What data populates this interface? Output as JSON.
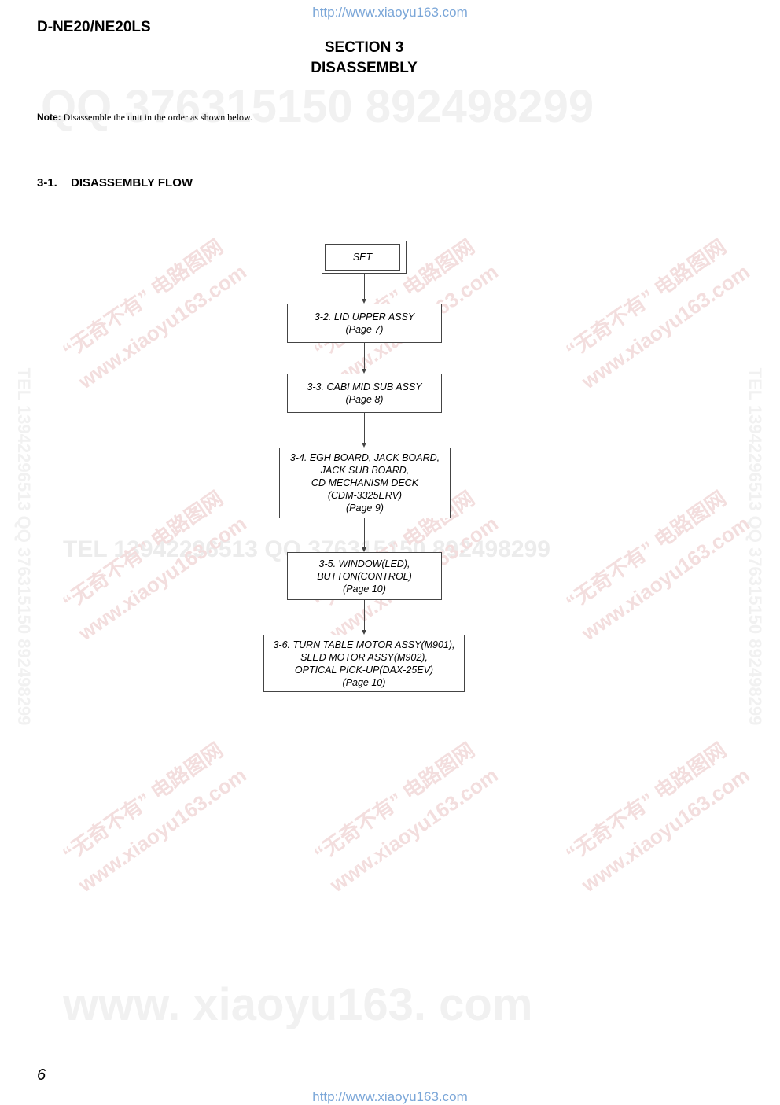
{
  "header": {
    "url_top": "http://www.xiaoyu163.com",
    "model": "D-NE20/NE20LS",
    "section_line1": "SECTION 3",
    "section_line2": "DISASSEMBLY"
  },
  "note": {
    "label": "Note:",
    "text": "Disassemble the unit in the order as shown below."
  },
  "flow": {
    "heading_num": "3-1.",
    "heading_title": "DISASSEMBLY FLOW",
    "set_label": "SET",
    "steps": [
      {
        "lines": [
          "3-2. LID UPPER ASSY",
          "(Page 7)"
        ]
      },
      {
        "lines": [
          "3-3. CABI MID SUB ASSY",
          "(Page 8)"
        ]
      },
      {
        "lines": [
          "3-4. EGH BOARD, JACK BOARD,",
          "JACK SUB BOARD,",
          "CD MECHANISM DECK",
          "(CDM-3325ERV)",
          "(Page 9)"
        ]
      },
      {
        "lines": [
          "3-5. WINDOW(LED),",
          "BUTTON(CONTROL)",
          "(Page 10)"
        ]
      },
      {
        "lines": [
          "3-6. TURN TABLE MOTOR ASSY(M901),",
          "SLED MOTOR ASSY(M902),",
          "OPTICAL PICK-UP(DAX-25EV)",
          "(Page 10)"
        ]
      }
    ]
  },
  "watermarks": {
    "qq_line": "QQ 376315150   892498299",
    "tel_line": "TEL 13942296513   QQ 376315150   892498299",
    "side_text": "TEL 13942296513 QQ 376315150 892498299",
    "bottom_text": "www. xiaoyu163. com",
    "diag_cn": "“无奇不有” 电路图网",
    "diag_url": "www.xiaoyu163.com"
  },
  "footer": {
    "page_number": "6",
    "url_bottom": "http://www.xiaoyu163.com"
  }
}
